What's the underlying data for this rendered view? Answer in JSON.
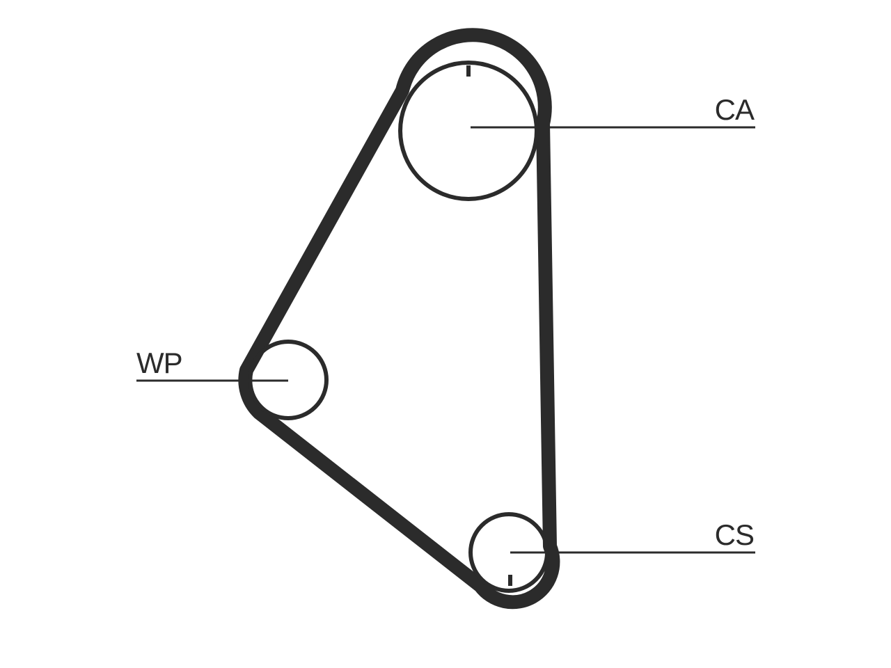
{
  "diagram": {
    "pulleys": {
      "camshaft": {
        "label": "CA"
      },
      "water_pump": {
        "label": "WP"
      },
      "crankshaft": {
        "label": "CS"
      }
    }
  },
  "colors": {
    "belt": "#2b2b2b",
    "pulley": "#2b2b2b",
    "leader": "#2b2b2b",
    "background": "#ffffff"
  }
}
